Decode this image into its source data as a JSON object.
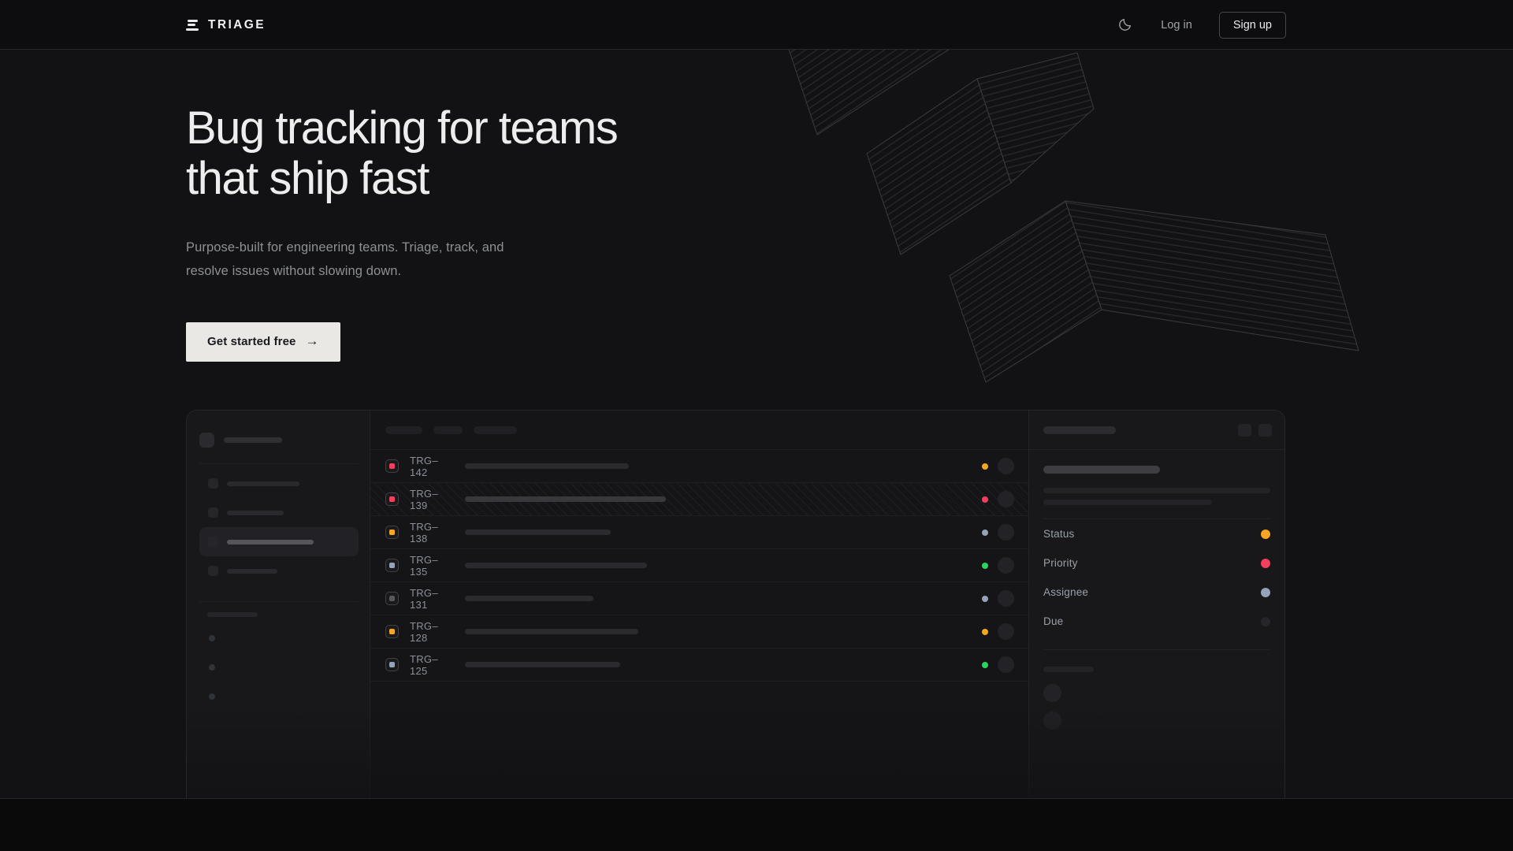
{
  "nav": {
    "brand": "TRIAGE",
    "login_label": "Log in",
    "signup_label": "Sign up"
  },
  "hero": {
    "title_line1": "Bug tracking for teams",
    "title_line2": "that ship fast",
    "subtitle_line1": "Purpose-built for engineering teams. Triage, track, and",
    "subtitle_line2": "resolve issues without slowing down.",
    "cta_label": "Get started free",
    "cta_arrow": "→"
  },
  "colors": {
    "amber": "#f5a623",
    "pink": "#f43f5e",
    "slate": "#94a3b8",
    "green": "#2bd45e",
    "muted": "#56585e",
    "dark_dot": "#26262a"
  },
  "mockup": {
    "sidebar": {
      "nav_items": [
        {
          "pill_w": 92,
          "active": false
        },
        {
          "pill_w": 72,
          "active": false
        },
        {
          "pill_w": 110,
          "active": true
        },
        {
          "pill_w": 64,
          "active": false
        }
      ],
      "dot_count": 3
    },
    "list": {
      "header_pill_widths": [
        47,
        37,
        55
      ],
      "rows": [
        {
          "id": "TRG–142",
          "icon_color": "pink",
          "title_w": 208,
          "dot_color": "amber",
          "hatched": false
        },
        {
          "id": "TRG–139",
          "icon_color": "pink",
          "title_w": 255,
          "dot_color": "pink",
          "hatched": true
        },
        {
          "id": "TRG–138",
          "icon_color": "amber",
          "title_w": 185,
          "dot_color": "slate",
          "hatched": false
        },
        {
          "id": "TRG–135",
          "icon_color": "slate",
          "title_w": 231,
          "dot_color": "green",
          "hatched": false
        },
        {
          "id": "TRG–131",
          "icon_color": "muted",
          "title_w": 163,
          "dot_color": "slate",
          "hatched": false
        },
        {
          "id": "TRG–128",
          "icon_color": "amber",
          "title_w": 220,
          "dot_color": "amber",
          "hatched": false
        },
        {
          "id": "TRG–125",
          "icon_color": "slate",
          "title_w": 197,
          "dot_color": "green",
          "hatched": false
        }
      ]
    },
    "detail": {
      "properties": [
        {
          "label": "Status",
          "dot_color": "amber"
        },
        {
          "label": "Priority",
          "dot_color": "pink"
        },
        {
          "label": "Assignee",
          "dot_color": "slate"
        },
        {
          "label": "Due",
          "dot_color": "dark_dot"
        }
      ]
    }
  }
}
